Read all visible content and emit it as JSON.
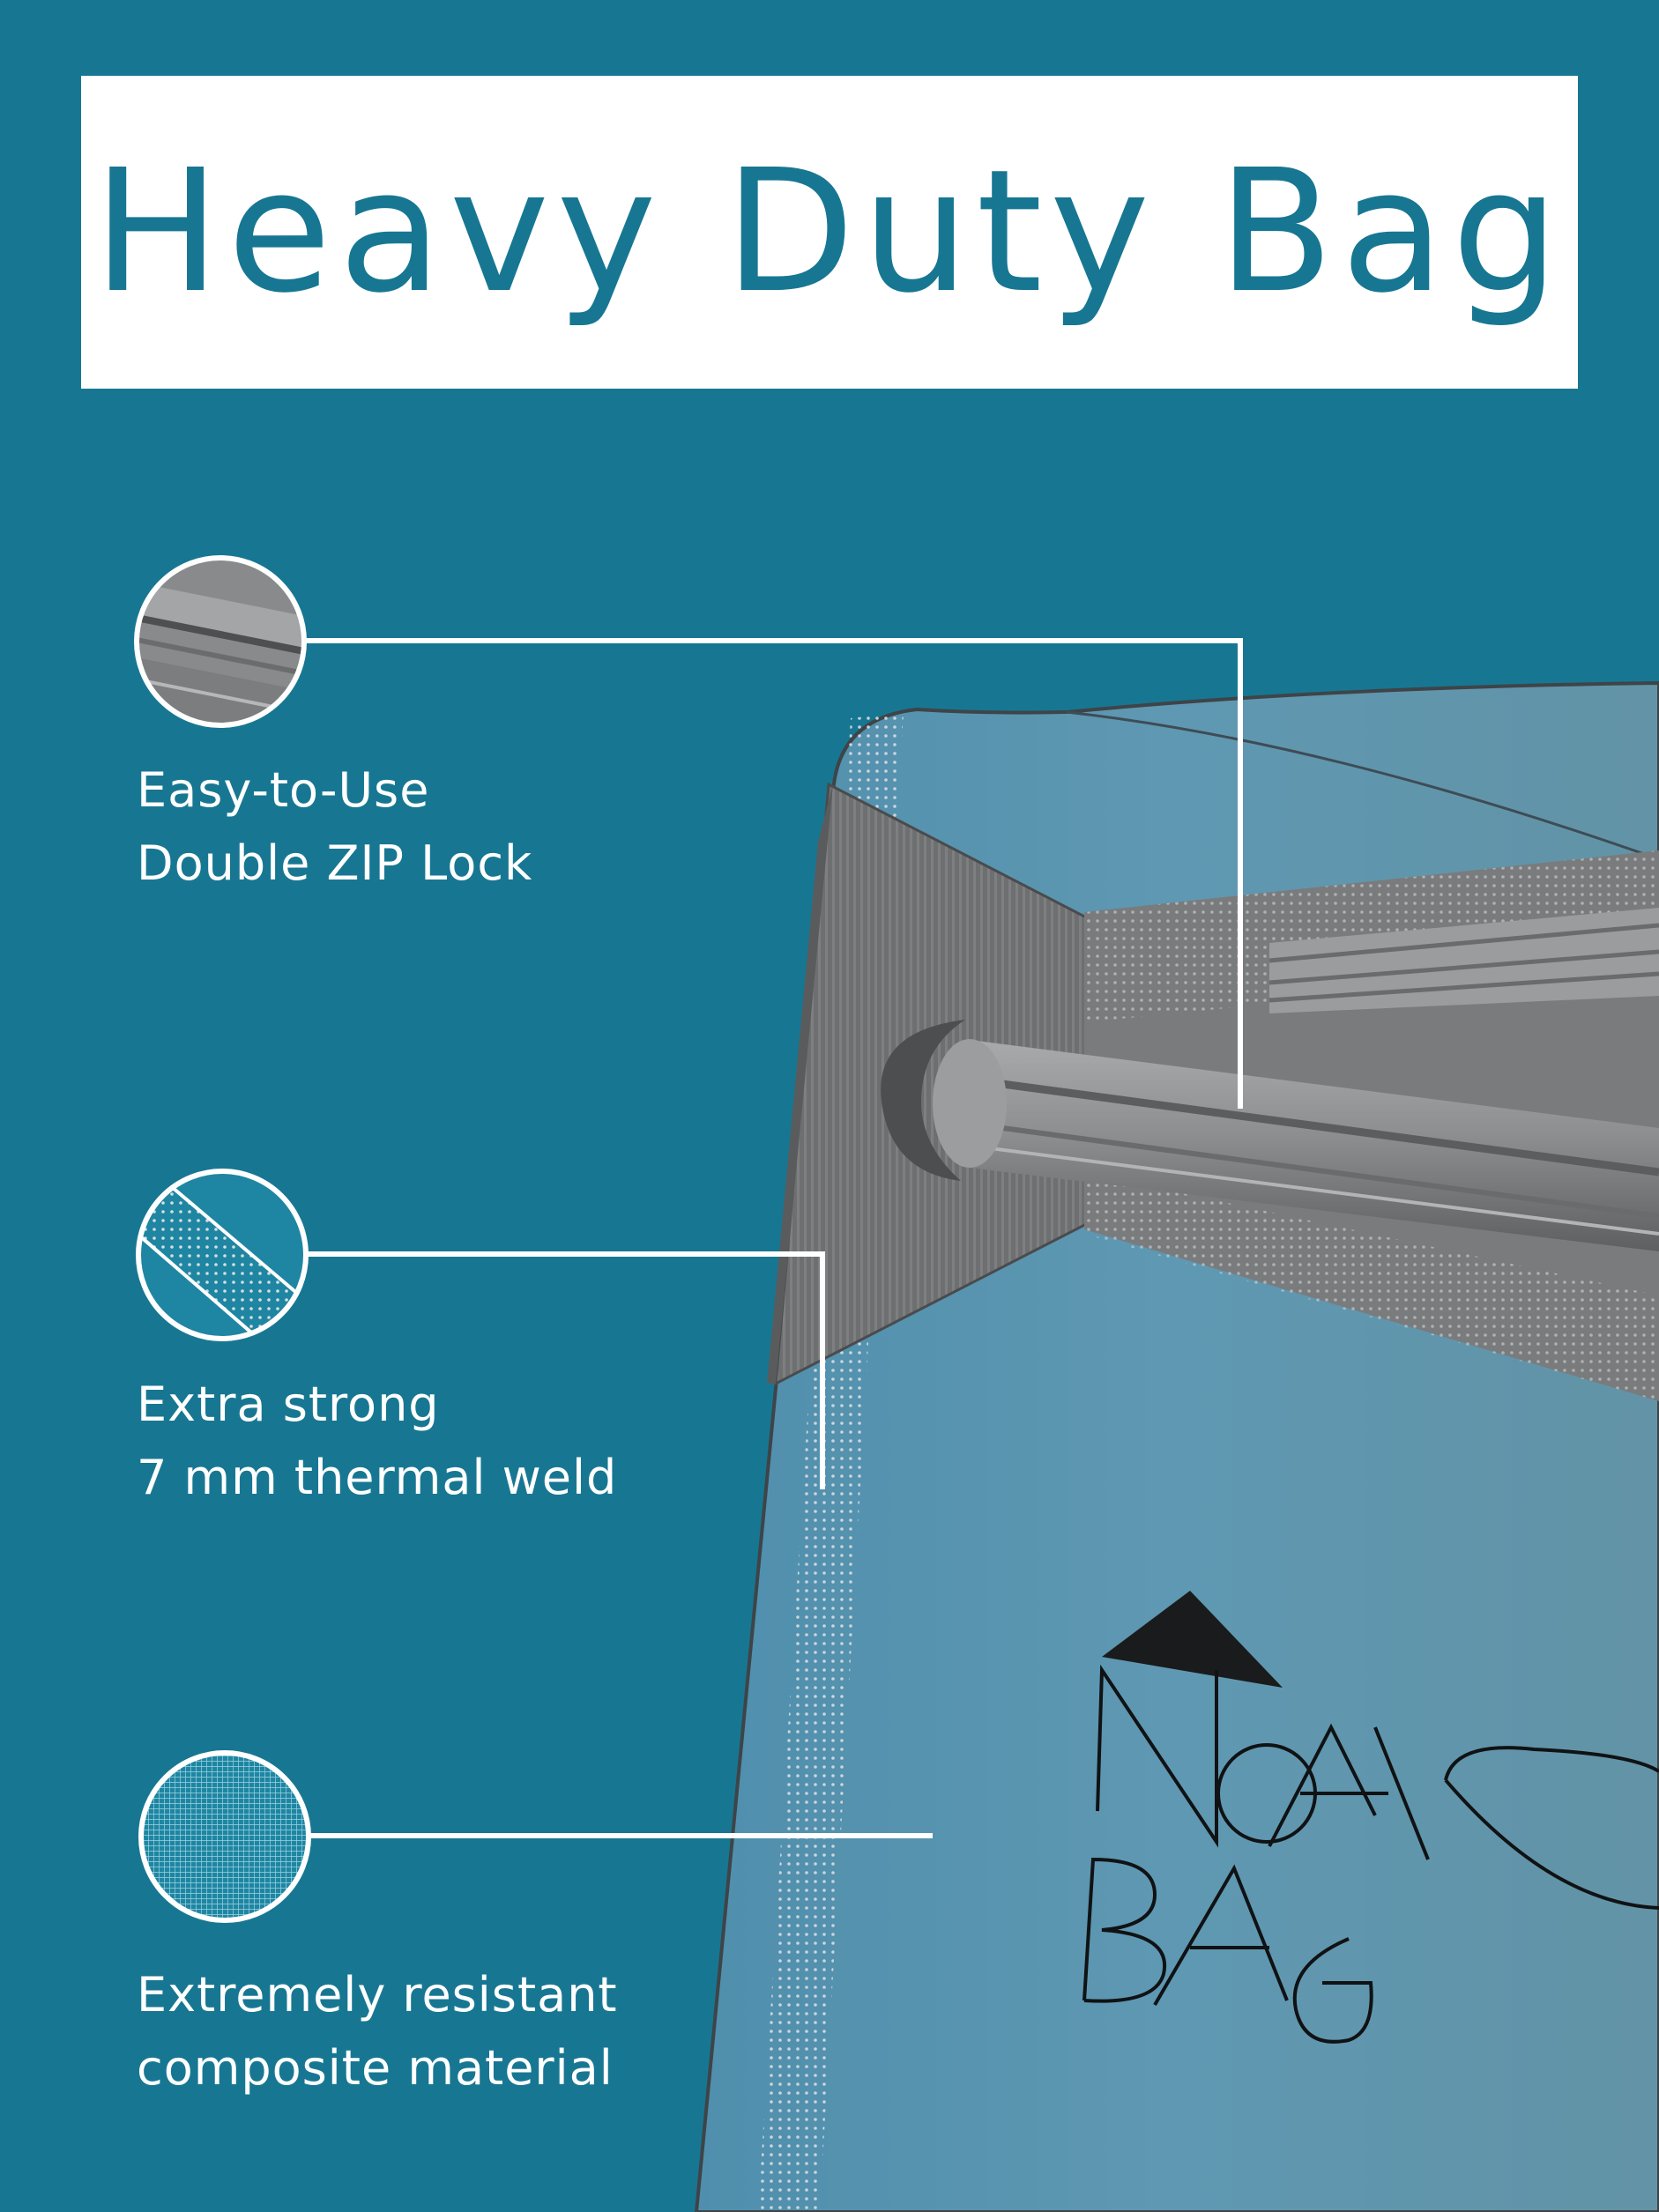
{
  "title": "Heavy Duty Bag",
  "colors": {
    "background": "#177792",
    "title_box": "#ffffff",
    "title_text": "#177792",
    "bag_film": "#5a93ae",
    "zip_grey": "#7a7b7d"
  },
  "features": [
    {
      "icon": "zip-lock-icon",
      "line1": "Easy-to-Use",
      "line2": "Double ZIP Lock"
    },
    {
      "icon": "thermal-weld-icon",
      "line1": "Extra strong",
      "line2": "7 mm thermal weld"
    },
    {
      "icon": "composite-material-icon",
      "line1": "Extremely resistant",
      "line2": "composite material"
    }
  ],
  "logo": {
    "line1": "NOAKS",
    "line2": "BAG"
  }
}
